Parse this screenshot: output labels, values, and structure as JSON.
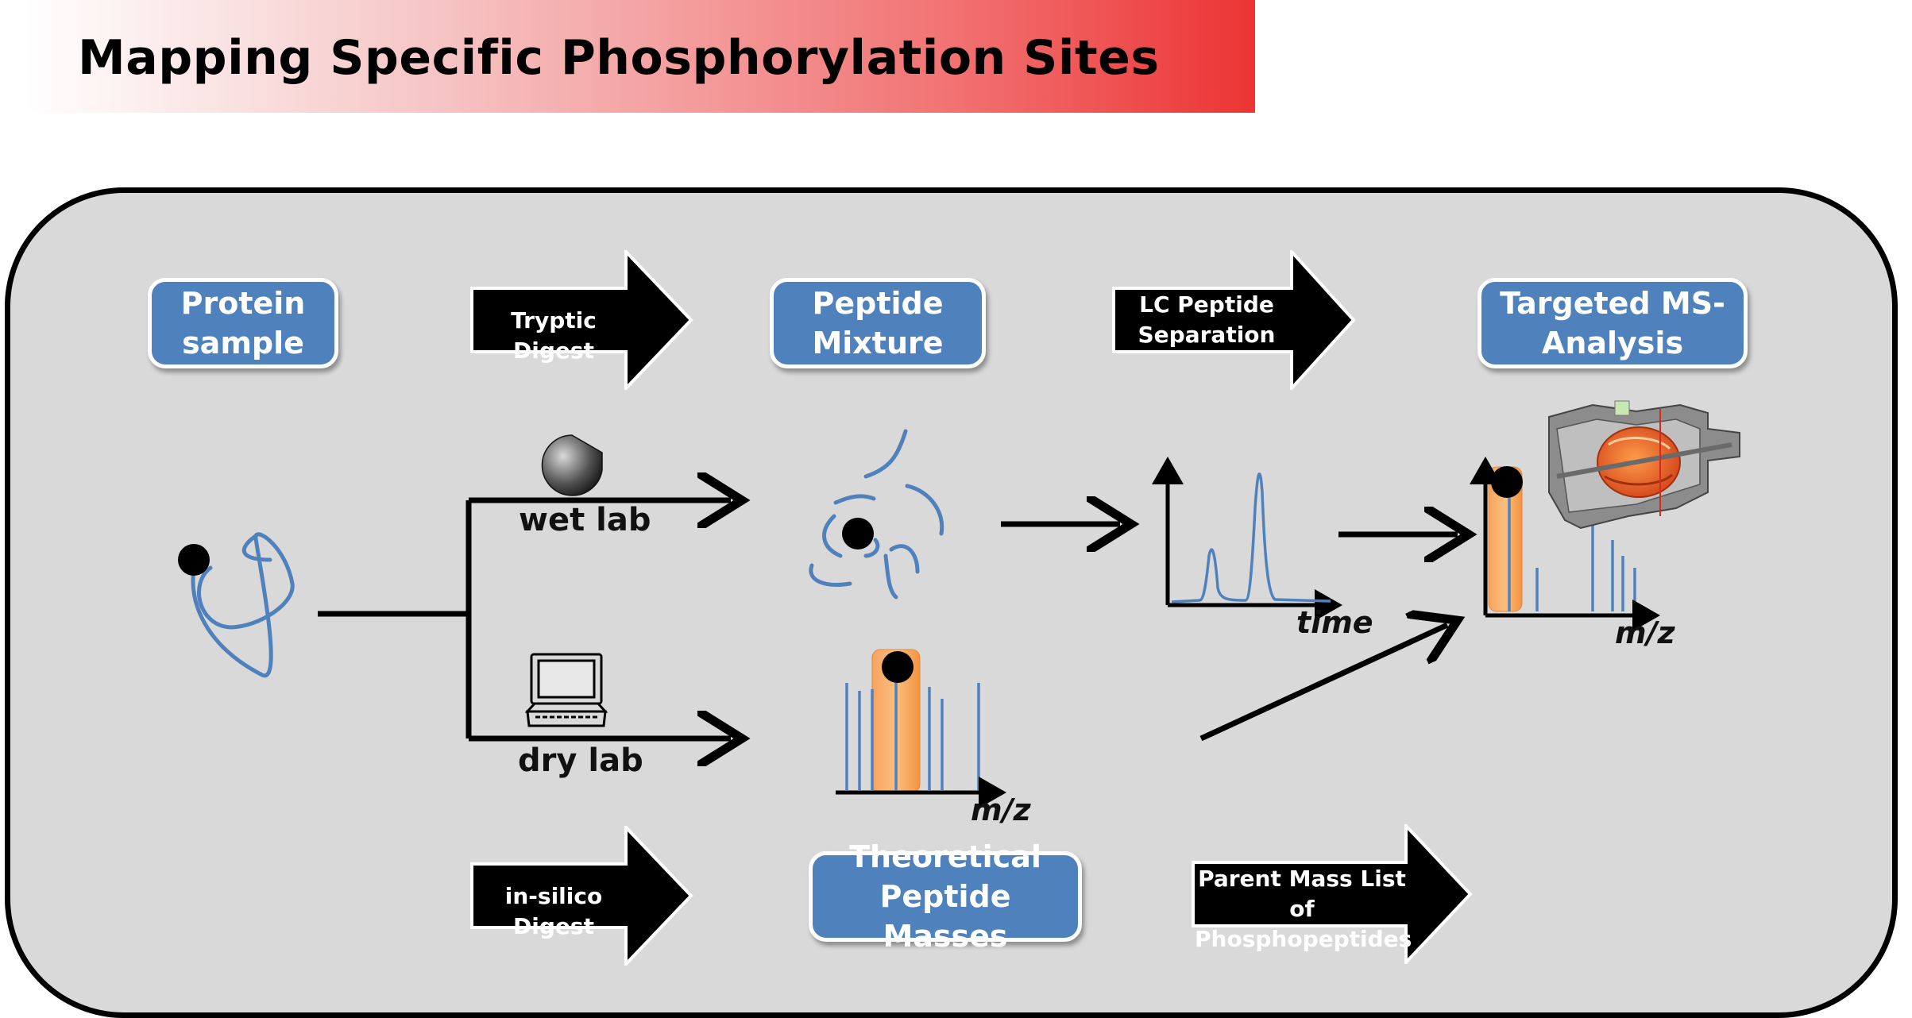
{
  "title": "Mapping Specific Phosphorylation Sites",
  "boxes": {
    "protein_sample": "Protein\nsample",
    "peptide_mixture": "Peptide\nMixture",
    "targeted_ms": "Targeted MS-\nAnalysis",
    "theoretical_masses": "Theoretical\nPeptide Masses"
  },
  "arrows": {
    "tryptic_digest": "Tryptic Digest",
    "lc_separation": "LC Peptide\nSeparation",
    "in_silico_digest": "in-silico Digest",
    "parent_mass_list": "Parent Mass List of\nPhosphopeptides"
  },
  "labels": {
    "wet_lab": "wet lab",
    "dry_lab": "dry lab",
    "time_axis": "time",
    "mz_axis_theoretical": "m/z",
    "mz_axis_targeted": "m/z"
  },
  "icons": {
    "enzyme": "pacman-enzyme-icon",
    "computer": "computer-icon",
    "phosphate": "phosphate-dot-icon",
    "mass_spectrometer": "mass-spectrometer-icon"
  },
  "colors": {
    "pill_blue": "#4f81bd",
    "peptide_blue": "#4f81bd",
    "highlight_orange": "#f79646",
    "panel_grey": "#d9d9d9",
    "title_red": "#ec3434"
  }
}
